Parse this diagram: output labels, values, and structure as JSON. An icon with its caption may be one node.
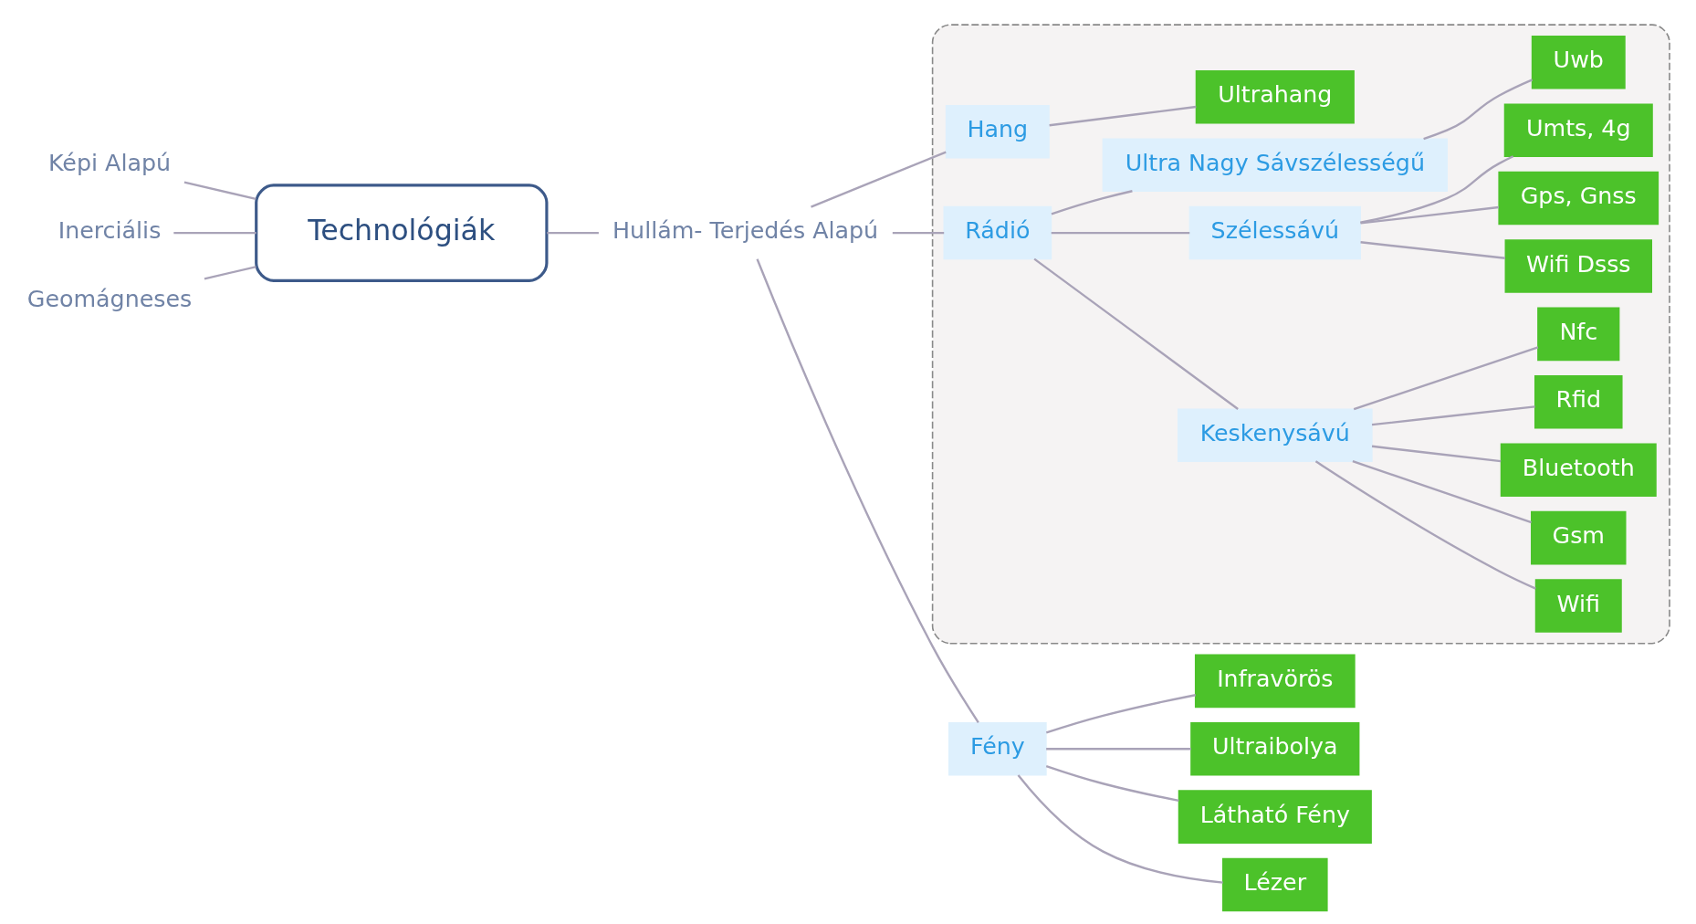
{
  "diagram": {
    "nodes": [
      {
        "text": [
          "Technológiák"
        ]
      },
      {
        "text": [
          "Képi Alapú"
        ]
      },
      {
        "text": [
          "Inerciális"
        ]
      },
      {
        "text": [
          "Geomágneses"
        ]
      },
      {
        "text": [
          "Hullám- Terjedés Alapú"
        ]
      },
      {
        "text": [],
        "shape": "box"
      },
      {
        "text": [
          "Hang"
        ],
        "in": 5
      },
      {
        "text": [
          "Ultrahang"
        ],
        "in": 5
      },
      {
        "text": [
          "Rádió"
        ],
        "in": 5
      },
      {
        "text": [
          "Keskenysávú"
        ],
        "in": 5
      },
      {
        "text": [
          "Wifi"
        ],
        "in": 5
      },
      {
        "text": [
          "Gsm"
        ],
        "in": 5
      },
      {
        "text": [
          "Bluetooth"
        ],
        "in": 5
      },
      {
        "text": [
          "Rfid"
        ],
        "in": 5
      },
      {
        "text": [
          "Nfc"
        ],
        "in": 5
      },
      {
        "text": [
          "Szélessávú"
        ],
        "in": 5
      },
      {
        "text": [
          "Wifi Dsss"
        ],
        "in": 5
      },
      {
        "text": [
          "Gps, Gnss"
        ],
        "in": 5
      },
      {
        "text": [
          "Umts, 4g"
        ],
        "in": 5
      },
      {
        "text": [
          "Ultra Nagy Sávszélességű"
        ],
        "in": 5
      },
      {
        "text": [
          "Uwb"
        ],
        "in": 5
      },
      {
        "text": [
          "Fény"
        ]
      },
      {
        "text": [
          "Infravörös"
        ]
      },
      {
        "text": [
          "Ultraibolya"
        ]
      },
      {
        "text": [
          "Látható Fény"
        ]
      },
      {
        "text": [
          "Lézer"
        ]
      }
    ],
    "edges": [
      {
        "from": 1,
        "to": 0,
        "arrow": "none"
      },
      {
        "from": 2,
        "to": 0,
        "arrow": "none"
      },
      {
        "from": 3,
        "to": 0,
        "arrow": "none"
      },
      {
        "from": 0,
        "to": 4,
        "arrow": "none"
      },
      {
        "from": 4,
        "to": 6,
        "arrow": "none"
      },
      {
        "from": 4,
        "to": 8,
        "arrow": "none"
      },
      {
        "from": 4,
        "to": 21,
        "arrow": "none"
      },
      {
        "from": 6,
        "to": 7,
        "arrow": "none"
      },
      {
        "from": 8,
        "to": 9,
        "arrow": "none"
      },
      {
        "from": 8,
        "to": 15,
        "arrow": "none"
      },
      {
        "from": 8,
        "to": 19,
        "arrow": "none"
      },
      {
        "from": 9,
        "to": 10,
        "arrow": "none"
      },
      {
        "from": 9,
        "to": 11,
        "arrow": "none"
      },
      {
        "from": 9,
        "to": 12,
        "arrow": "none"
      },
      {
        "from": 9,
        "to": 13,
        "arrow": "none"
      },
      {
        "from": 9,
        "to": 14,
        "arrow": "none"
      },
      {
        "from": 15,
        "to": 16,
        "arrow": "none"
      },
      {
        "from": 15,
        "to": 17,
        "arrow": "none"
      },
      {
        "from": 15,
        "to": 18,
        "arrow": "none"
      },
      {
        "from": 19,
        "to": 20,
        "arrow": "none"
      },
      {
        "from": 21,
        "to": 22,
        "arrow": "none"
      },
      {
        "from": 21,
        "to": 23,
        "arrow": "none"
      },
      {
        "from": 21,
        "to": 24,
        "arrow": "none"
      },
      {
        "from": 21,
        "to": 25,
        "arrow": "none"
      }
    ]
  }
}
